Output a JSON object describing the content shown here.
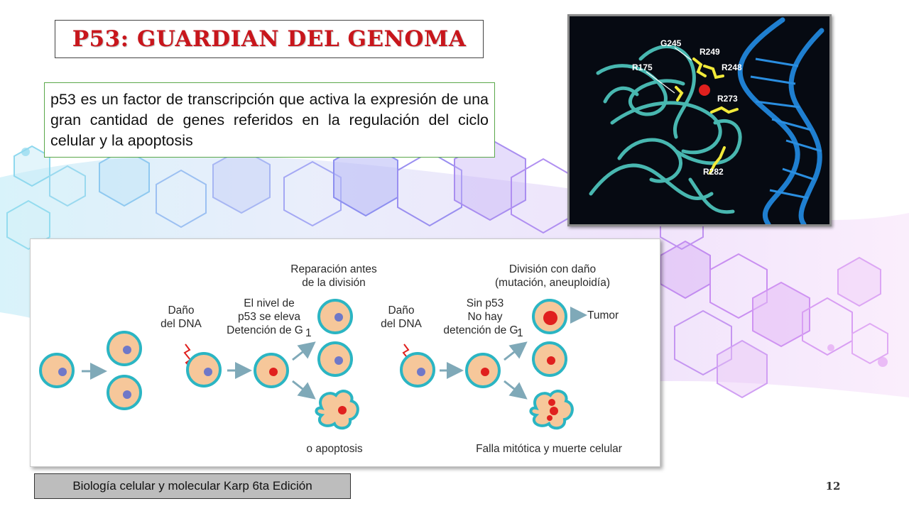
{
  "slide": {
    "title": "P53: GUARDIAN DEL GENOMA",
    "description": "p53 es un factor de transcripción que activa la expresión de una gran cantidad de genes referidos en la regulación del ciclo celular y la apoptosis",
    "source": "Biología celular y molecular Karp 6ta Edición",
    "page_number": "12"
  },
  "protein": {
    "residues": [
      "G245",
      "R249",
      "R175",
      "R248",
      "R273",
      "R282"
    ]
  },
  "diagram": {
    "normal": {
      "damage_label": [
        "Daño",
        "del DNA"
      ],
      "p53_label": [
        "El nivel de",
        "p53 se eleva",
        "Detención de G"
      ],
      "repair_label": [
        "Reparación antes",
        "de la división"
      ],
      "apoptosis_label": "o apoptosis"
    },
    "mutant": {
      "damage_label": [
        "Daño",
        "del DNA"
      ],
      "nop53_label": [
        "Sin p53",
        "No hay",
        "detención de G"
      ],
      "division_label": [
        "División con daño",
        "(mutación, aneuploidía)"
      ],
      "tumor_label": "Tumor",
      "death_label": "Falla mitótica y muerte celular"
    },
    "subscript": "1"
  }
}
